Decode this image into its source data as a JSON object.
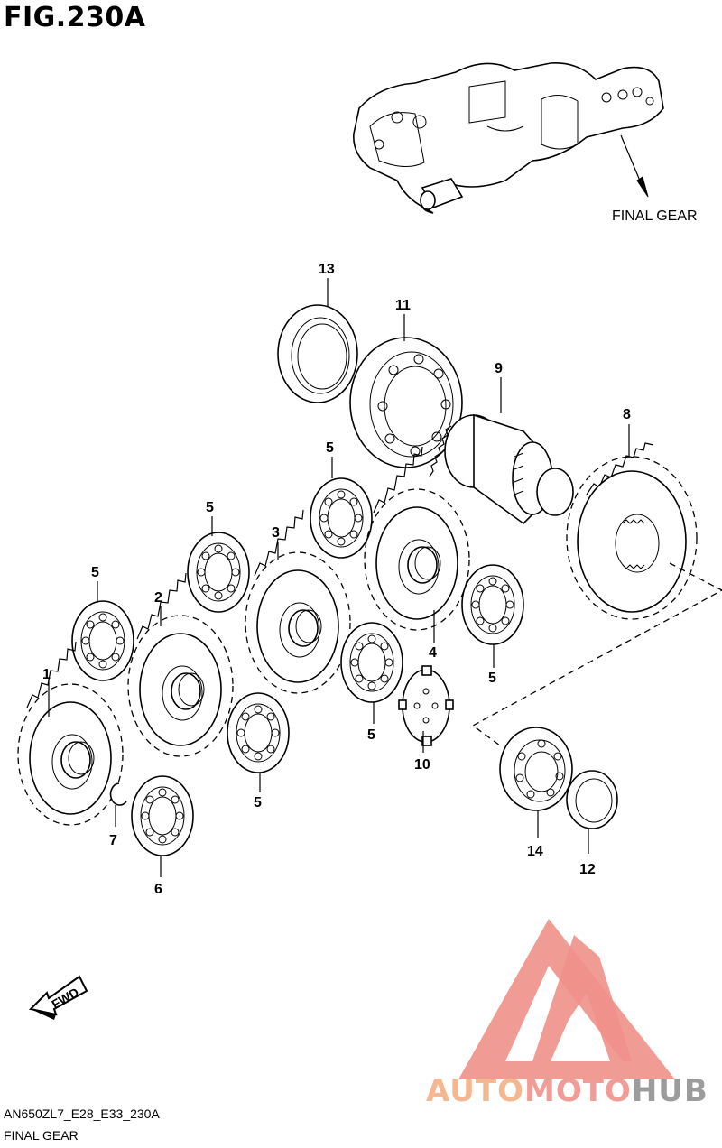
{
  "figure_title": "FIG.230A",
  "annotation": "FINAL GEAR",
  "fwd_label": "FWD",
  "callouts": {
    "p1": "1",
    "p2": "2",
    "p3": "3",
    "p4": "4",
    "p5a": "5",
    "p5b": "5",
    "p5c": "5",
    "p5d": "5",
    "p5e": "5",
    "p5f": "5",
    "p6": "6",
    "p7": "7",
    "p8": "8",
    "p9": "9",
    "p10": "10",
    "p11": "11",
    "p12": "12",
    "p13": "13",
    "p14": "14"
  },
  "footer": {
    "model_code": "AN650ZL7_E28_E33_230A",
    "subtitle": "FINAL GEAR"
  },
  "watermark": {
    "text_a": "AUTO",
    "text_b": "MOTO",
    "text_c": "HUB",
    "colors": {
      "a": "#f5b78f",
      "b": "#f29c97",
      "c": "#9c9c9c",
      "mark": "#f0908a"
    }
  }
}
